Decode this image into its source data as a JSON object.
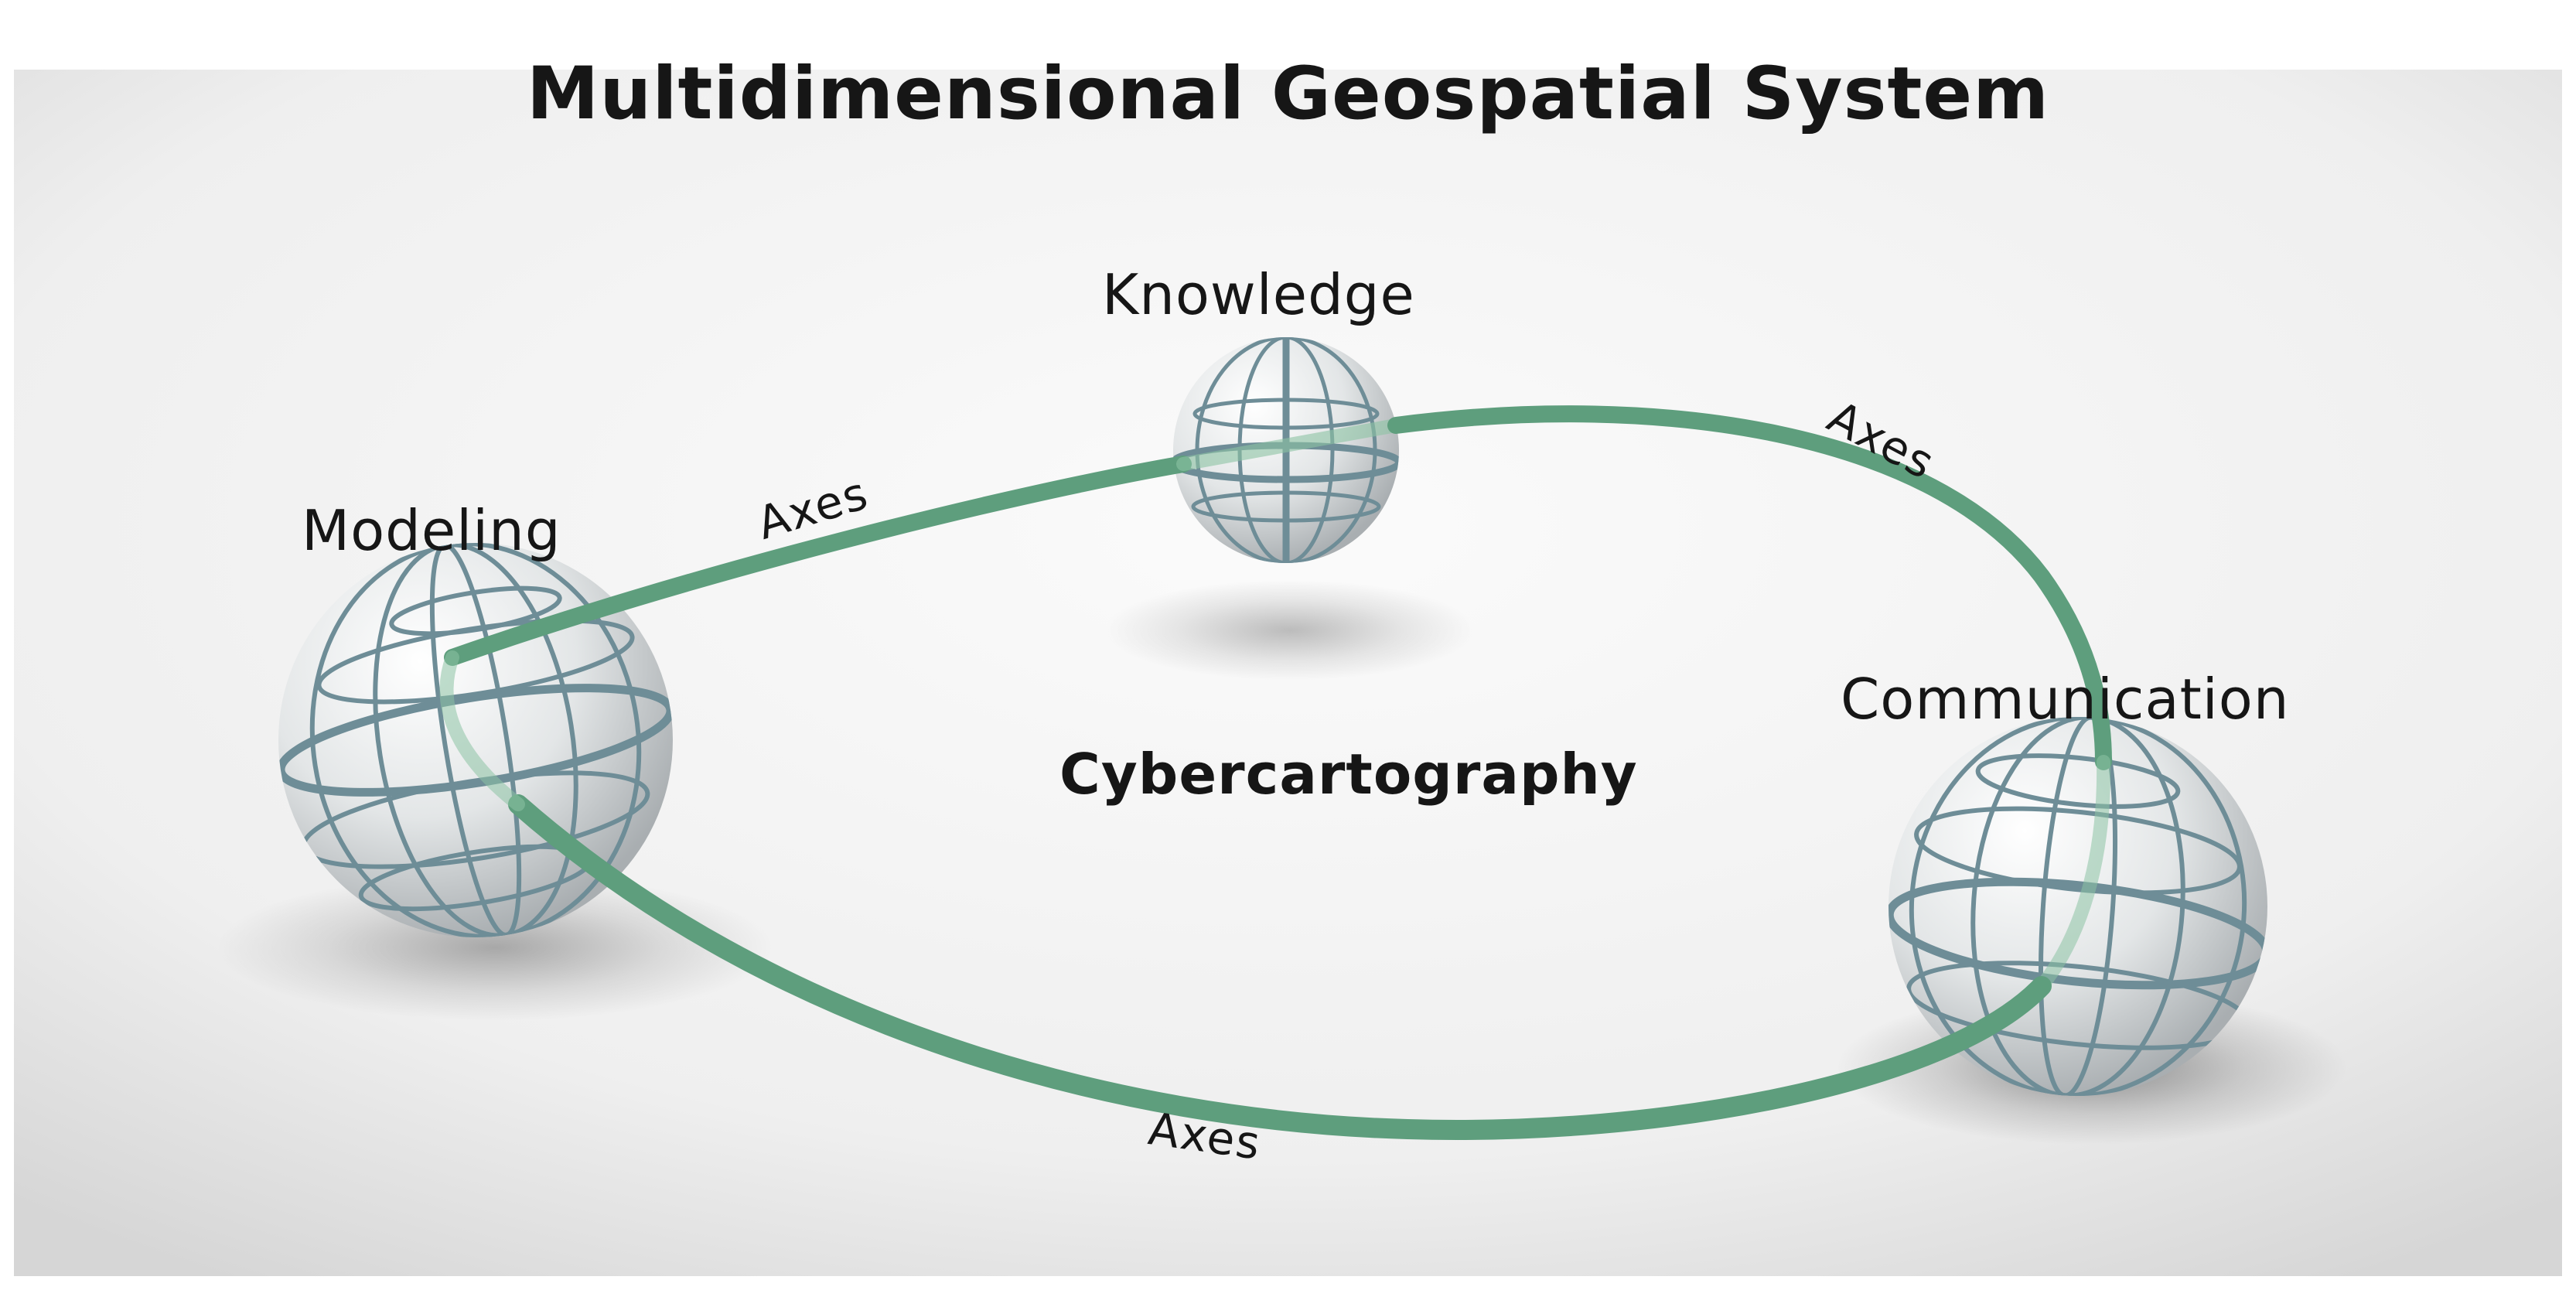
{
  "title": "Multidimensional Geospatial System",
  "center_label": "Cybercartography",
  "nodes": [
    {
      "id": "knowledge",
      "label": "Knowledge"
    },
    {
      "id": "modeling",
      "label": "Modeling"
    },
    {
      "id": "communication",
      "label": "Communication"
    }
  ],
  "links": [
    {
      "from": "modeling",
      "to": "knowledge",
      "label": "Axes"
    },
    {
      "from": "knowledge",
      "to": "communication",
      "label": "Axes"
    },
    {
      "from": "communication",
      "to": "modeling",
      "label": "Axes"
    }
  ],
  "colors": {
    "band": "#5e9e7d",
    "band_light": "#8cc3a4",
    "grid_line": "#6e8d97",
    "sphere_light": "#ffffff",
    "sphere_mid": "#e3e6e7",
    "sphere_dark": "#a9aeb1",
    "text": "#161616"
  }
}
